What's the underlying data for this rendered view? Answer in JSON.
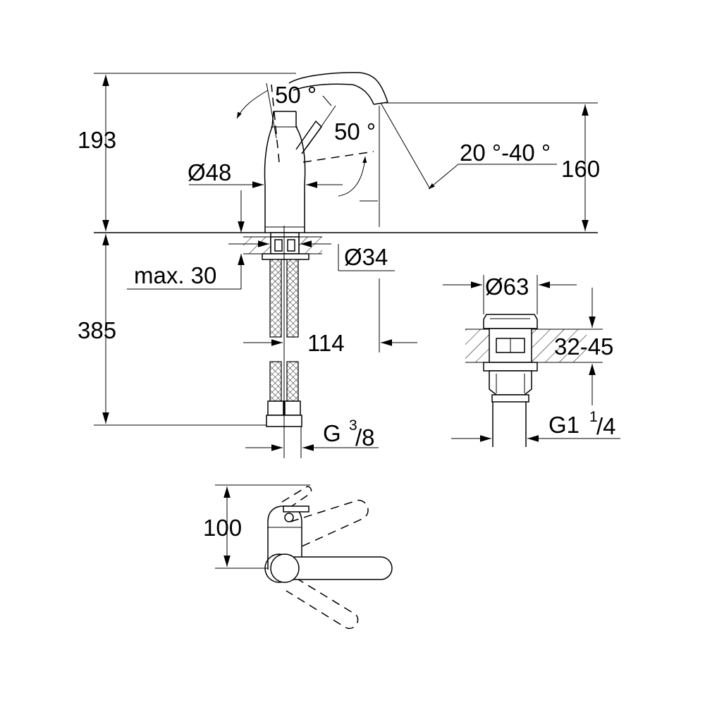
{
  "dimensions": {
    "height_above_deck": "193",
    "spout_height": "160",
    "below_deck_length": "385",
    "body_diameter": "Ø48",
    "base_diameter": "Ø34",
    "max_deck_thickness": "max. 30",
    "spout_reach": "114",
    "lever_angle_front": "50 °",
    "lever_angle_back": "50 °",
    "spout_swivel_angle": "20 °-40 °",
    "connection_thread_prefix": "G",
    "connection_thread_num": "3",
    "connection_thread_den": "/8",
    "waste_head_diameter": "Ø63",
    "waste_deck_range": "32-45",
    "waste_thread_prefix": "G1",
    "waste_thread_num": "1",
    "waste_thread_den": "/4",
    "plan_depth": "100"
  },
  "colors": {
    "line": "#000000",
    "background": "#ffffff"
  }
}
